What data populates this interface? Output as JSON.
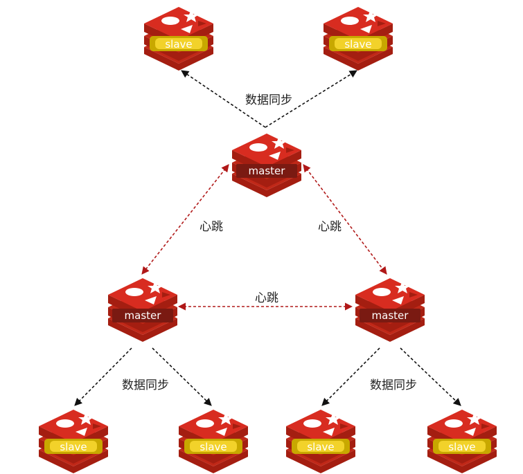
{
  "colors": {
    "redis_face": "#D82C20",
    "redis_dark": "#A41E11",
    "redis_mid": "#C02818",
    "master_band": "#7A1A12",
    "slave_band": "#C8A800",
    "slave_band_light": "#F2D22A",
    "heartbeat_line": "#B01818",
    "sync_line": "#111111"
  },
  "nodes": {
    "top_master": {
      "role": "master",
      "label": "master"
    },
    "left_master": {
      "role": "master",
      "label": "master"
    },
    "right_master": {
      "role": "master",
      "label": "master"
    },
    "top_slave_left": {
      "role": "slave",
      "label": "slave"
    },
    "top_slave_right": {
      "role": "slave",
      "label": "slave"
    },
    "left_slave_1": {
      "role": "slave",
      "label": "slave"
    },
    "left_slave_2": {
      "role": "slave",
      "label": "slave"
    },
    "right_slave_1": {
      "role": "slave",
      "label": "slave"
    },
    "right_slave_2": {
      "role": "slave",
      "label": "slave"
    }
  },
  "edge_labels": {
    "sync_top": "数据同步",
    "sync_left": "数据同步",
    "sync_right": "数据同步",
    "heartbeat_left": "心跳",
    "heartbeat_right": "心跳",
    "heartbeat_middle": "心跳"
  },
  "edges": [
    {
      "from": "top_master",
      "to": "top_slave_left",
      "kind": "sync",
      "direction": "one-way"
    },
    {
      "from": "top_master",
      "to": "top_slave_right",
      "kind": "sync",
      "direction": "one-way"
    },
    {
      "from": "top_master",
      "to": "left_master",
      "kind": "heartbeat",
      "direction": "two-way"
    },
    {
      "from": "top_master",
      "to": "right_master",
      "kind": "heartbeat",
      "direction": "two-way"
    },
    {
      "from": "left_master",
      "to": "right_master",
      "kind": "heartbeat",
      "direction": "two-way"
    },
    {
      "from": "left_master",
      "to": "left_slave_1",
      "kind": "sync",
      "direction": "one-way"
    },
    {
      "from": "left_master",
      "to": "left_slave_2",
      "kind": "sync",
      "direction": "one-way"
    },
    {
      "from": "right_master",
      "to": "right_slave_1",
      "kind": "sync",
      "direction": "one-way"
    },
    {
      "from": "right_master",
      "to": "right_slave_2",
      "kind": "sync",
      "direction": "one-way"
    }
  ]
}
